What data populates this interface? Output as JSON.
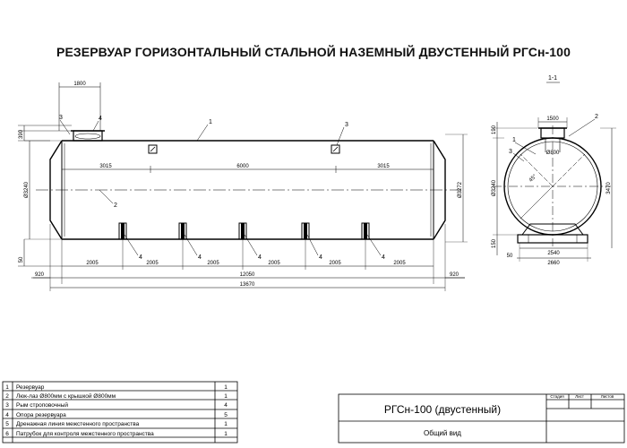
{
  "title": "РЕЗЕРВУАР ГОРИЗОНТАЛЬНЫЙ СТАЛЬНОЙ НАЗЕМНЫЙ ДВУСТЕННЫЙ РГСн-100",
  "section_label": "1-1",
  "callouts": {
    "c1": "1",
    "c2": "2",
    "c3": "3",
    "c4": "4"
  },
  "side_view": {
    "dims": {
      "neck_width": "1800",
      "neck_side": "390",
      "left_gap": "3015",
      "middle": "6000",
      "right_gap": "3015",
      "left_diam": "Ø3240",
      "right_diam": "Ø3272",
      "support_spacing": "2005",
      "support_end": "2005",
      "end_offset_left": "920",
      "end_offset_right": "920",
      "body_length": "12050",
      "overall_length": "13670",
      "h_lower": "50"
    }
  },
  "end_view": {
    "dims": {
      "top_width": "1500",
      "top_height": "190",
      "inner_opening": "Ø800",
      "angle": "45°",
      "diameter": "Ø3240",
      "height_right": "3470",
      "base_height": "150",
      "small_offset": "50",
      "base_inner": "2540",
      "base_outer": "2660"
    }
  },
  "spec_table": {
    "rows": [
      {
        "pos": "1",
        "name": "Резервуар",
        "qty": "1"
      },
      {
        "pos": "2",
        "name": "Люк-лаз Ø800мм с крышкой Ø800мм",
        "qty": "1"
      },
      {
        "pos": "3",
        "name": "Рым строповочный",
        "qty": "4"
      },
      {
        "pos": "4",
        "name": "Опора резервуара",
        "qty": "5"
      },
      {
        "pos": "5",
        "name": "Дренажная линия межстенного пространства",
        "qty": "1"
      },
      {
        "pos": "6",
        "name": "Патрубок для контроля межстенного пространства",
        "qty": "1"
      }
    ]
  },
  "title_block": {
    "name": "РГСн-100 (двустенный)",
    "sheet_title": "Общий вид",
    "col_stage": "Стадия",
    "col_sheet": "Лист",
    "col_sheets": "Листов"
  }
}
